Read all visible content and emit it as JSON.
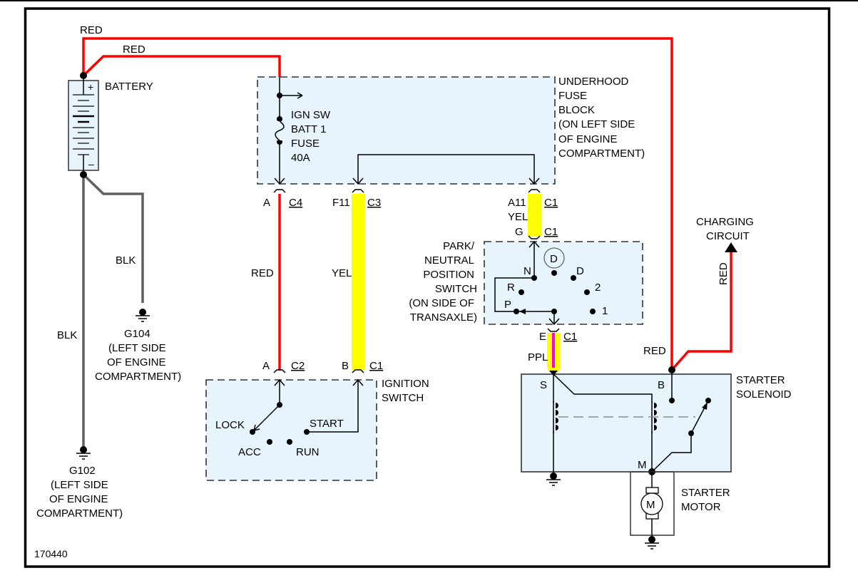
{
  "diagram": {
    "figure_id": "170440",
    "colors": {
      "red_wire": "#ff0000",
      "black_wire": "#606060",
      "yellow_highlight": "#ffff00",
      "purple_wire": "#ff00ff",
      "component_fill": "#e8f4fc"
    },
    "wires": {
      "battery_to_starter": "RED",
      "battery_to_fuse_block": "RED",
      "battery_ground_g104": "BLK",
      "battery_ground_g102": "BLK",
      "fuse_to_ignition": "RED",
      "ignition_to_fuse": "YEL",
      "fuse_to_pnp": "YEL",
      "pnp_to_starter": "PPL",
      "starter_to_charging": "RED",
      "starter_b_label": "RED"
    },
    "battery": {
      "label": "BATTERY",
      "plus": "+",
      "minus": "–"
    },
    "fuse_block": {
      "label_lines": [
        "UNDERHOOD",
        "FUSE",
        "BLOCK",
        "(ON LEFT SIDE",
        "OF ENGINE",
        "COMPARTMENT)"
      ],
      "fuse_lines": [
        "IGN SW",
        "BATT 1",
        "FUSE",
        "40A"
      ],
      "connectors": {
        "c4_pin": "A",
        "c4": "C4",
        "c3_pin": "F11",
        "c3": "C3",
        "c1_pin": "A11",
        "c1": "C1"
      }
    },
    "grounds": {
      "g104": [
        "G104",
        "(LEFT SIDE",
        "OF ENGINE",
        "COMPARTMENT)"
      ],
      "g102": [
        "G102",
        "(LEFT SIDE",
        "OF ENGINE",
        "COMPARTMENT)"
      ]
    },
    "ignition_switch": {
      "label_lines": [
        "IGNITION",
        "SWITCH"
      ],
      "connectors": {
        "c2_pin": "A",
        "c2": "C2",
        "c1_pin": "B",
        "c1": "C1"
      },
      "positions": {
        "lock": "LOCK",
        "acc": "ACC",
        "run": "RUN",
        "start": "START"
      }
    },
    "pnp_switch": {
      "label_lines": [
        "PARK/",
        "NEUTRAL",
        "POSITION",
        "SWITCH",
        "(ON SIDE OF",
        "TRANSAXLE)"
      ],
      "connectors": {
        "top_pin": "G",
        "top": "C1",
        "bottom_pin": "E",
        "bottom": "C1"
      },
      "positions": {
        "n": "N",
        "r": "R",
        "p": "P",
        "d": "D",
        "two": "2",
        "one": "1"
      },
      "indicator": "D"
    },
    "starter_solenoid": {
      "label_lines": [
        "STARTER",
        "SOLENOID"
      ],
      "terminals": {
        "s": "S",
        "b": "B",
        "m": "M"
      }
    },
    "starter_motor": {
      "label_lines": [
        "STARTER",
        "MOTOR"
      ],
      "symbol": "M"
    },
    "charging_circuit": {
      "label_lines": [
        "CHARGING",
        "CIRCUIT"
      ]
    }
  }
}
